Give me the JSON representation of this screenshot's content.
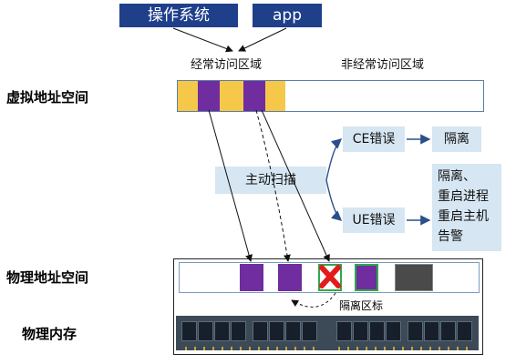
{
  "top": {
    "os": "操作系统",
    "app": "app"
  },
  "regions": {
    "frequent": "经常访问区域",
    "infrequent": "非经常访问区域"
  },
  "rows": {
    "virtual": "虚拟地址空间",
    "physical": "物理地址空间",
    "memory": "物理内存"
  },
  "scan": "主动扫描",
  "ce": {
    "label": "CE错误",
    "action": "隔离"
  },
  "ue": {
    "label": "UE错误",
    "actions": [
      "隔离、",
      "重启进程",
      "重启主机",
      "告警"
    ]
  },
  "isolation_tag": "隔离区标",
  "colors": {
    "blue_box": "#1f3f8a",
    "yellow": "#f5c84a",
    "purple": "#6f2da0",
    "light_box": "#d6e6f2",
    "arrow": "#2b4f8a",
    "error": "#e21c1c",
    "isolated": "#4a4a4a"
  }
}
